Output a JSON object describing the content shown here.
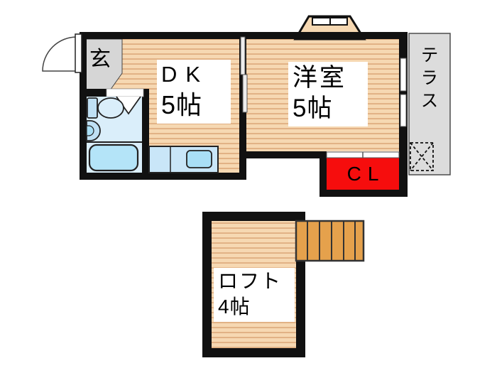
{
  "labels": {
    "entrance": "玄",
    "dk_name": "DK",
    "dk_size": "5帖",
    "western_room_name": "洋室",
    "western_room_size": "5帖",
    "closet": "CL",
    "terrace": "テラス",
    "loft_name": "ロフト",
    "loft_size": "4帖"
  },
  "colors": {
    "wall": "#111111",
    "wood_base": "#F6D8B2",
    "wood_stripe": "#DFAE81",
    "stairs_orange": "#E5A14C",
    "entrance_gray": "#D6D6D6",
    "terrace_gray": "#DCDCDC",
    "closet_red": "#F60D0D",
    "bathroom_blue": "#DAEEFA",
    "fixture_blue": "#BFE0F4",
    "bathtub_blue": "#B4E4F8",
    "counter_blue": "#C9E6F8",
    "sink_blue": "#A9DFF6",
    "door_white": "#FFFFFF"
  }
}
